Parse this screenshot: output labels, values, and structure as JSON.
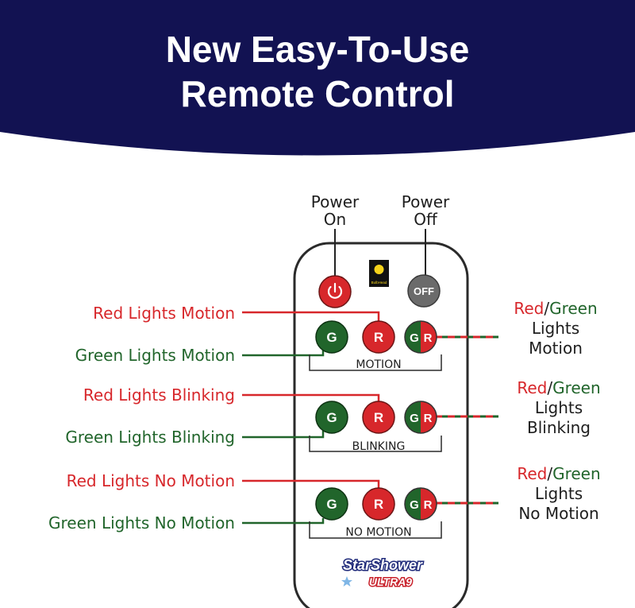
{
  "header": {
    "title_line1": "New Easy-To-Use",
    "title_line2": "Remote Control"
  },
  "top_labels": {
    "power_on_line1": "Power",
    "power_on_line2": "On",
    "power_off_line1": "Power",
    "power_off_line2": "Off"
  },
  "remote": {
    "power_on_icon": "power-icon",
    "off_button": "OFF",
    "logo_text": "BulbHead",
    "brand_line1": "StarShower",
    "brand_line2": "ULTRA9",
    "g_label": "G",
    "r_label": "R",
    "sections": {
      "motion": "MOTION",
      "blinking": "BLINKING",
      "no_motion": "NO MOTION"
    }
  },
  "left_labels": {
    "red_motion": "Red Lights Motion",
    "green_motion": "Green Lights Motion",
    "red_blinking": "Red Lights Blinking",
    "green_blinking": "Green Lights Blinking",
    "red_no_motion": "Red Lights No Motion",
    "green_no_motion": "Green Lights No Motion"
  },
  "right_labels": {
    "red": "Red",
    "slash": "/",
    "green": "Green",
    "lights": "Lights",
    "motion": "Motion",
    "blinking": "Blinking",
    "no_motion": "No Motion"
  },
  "colors": {
    "header_navy": "#121252",
    "red": "#d7272b",
    "green": "#21652b",
    "off_gray": "#6b6b6b"
  }
}
